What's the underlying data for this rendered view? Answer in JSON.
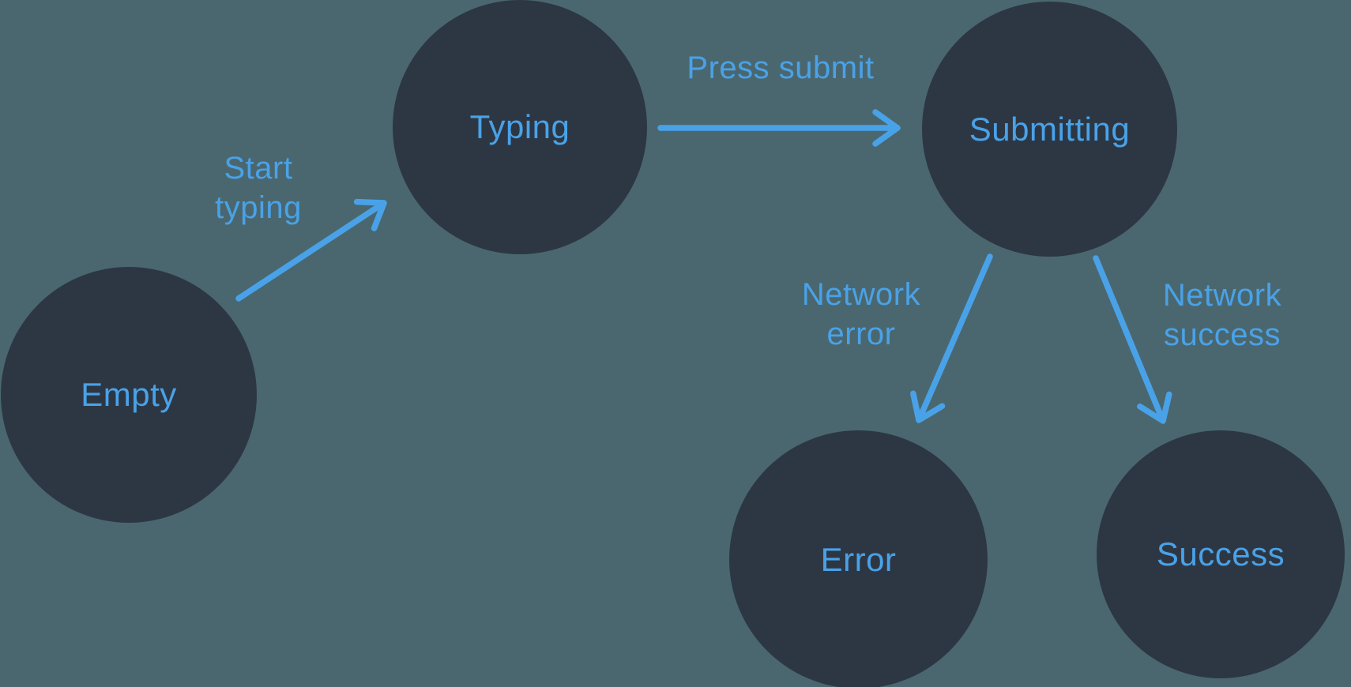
{
  "diagram": {
    "type": "state-machine",
    "colors": {
      "background": "#4A676F",
      "node_fill": "#2D3744",
      "accent": "#49A2E8"
    },
    "nodes": {
      "empty": {
        "label": "Empty"
      },
      "typing": {
        "label": "Typing"
      },
      "submitting": {
        "label": "Submitting"
      },
      "error": {
        "label": "Error"
      },
      "success": {
        "label": "Success"
      }
    },
    "edges": {
      "start_typing": {
        "label": "Start typing",
        "from": "empty",
        "to": "typing"
      },
      "press_submit": {
        "label": "Press submit",
        "from": "typing",
        "to": "submitting"
      },
      "network_error": {
        "label": "Network error",
        "from": "submitting",
        "to": "error"
      },
      "network_success": {
        "label": "Network success",
        "from": "submitting",
        "to": "success"
      }
    }
  }
}
